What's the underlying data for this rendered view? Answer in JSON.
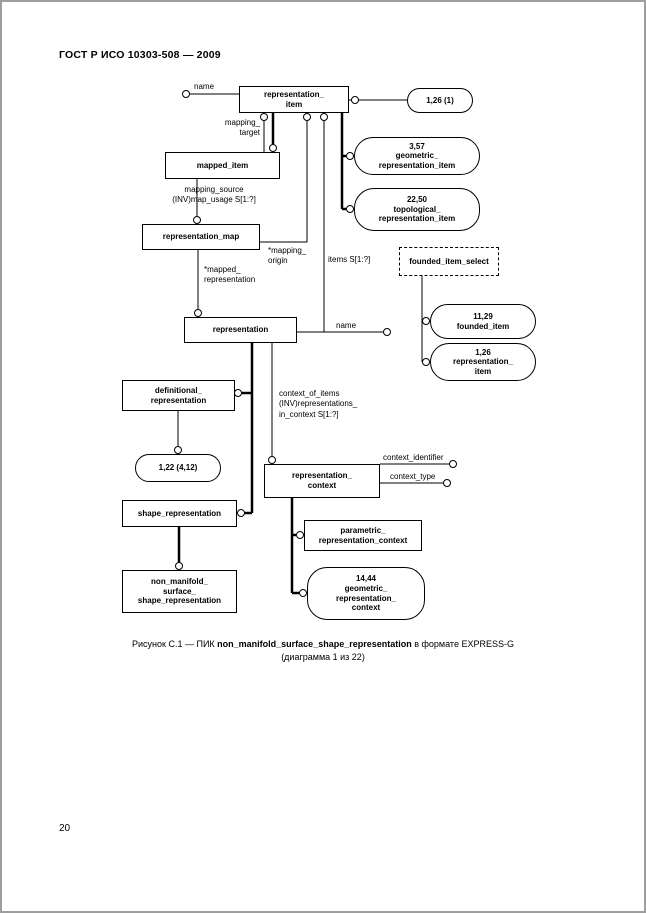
{
  "header": {
    "title": "ГОСТ Р ИСО 10303-508 — 2009"
  },
  "footer": {
    "page_number": "20"
  },
  "caption": {
    "prefix": "Рисунок С.1 — ПИК ",
    "entity": "non_manifold_surface_shape_representation",
    "suffix": " в формате EXPRESS-G",
    "line2": "(диаграмма 1 из 22)"
  },
  "diagram": {
    "entities": {
      "representation_item": "representation_\nitem",
      "mapped_item": "mapped_item",
      "representation_map": "representation_map",
      "representation": "representation",
      "definitional_representation": "definitional_\nrepresentation",
      "shape_representation": "shape_representation",
      "non_manifold": "non_manifold_\nsurface_\nshape_representation",
      "representation_context": "representation_\ncontext",
      "parametric_context": "parametric_\nrepresentation_context",
      "founded_item_select": "founded_item_select"
    },
    "refs": {
      "ref_1_26_1": "1,26 (1)",
      "geo_rep_item": "3,57\ngeometric_\nrepresentation_item",
      "topo_rep_item": "22,50\ntopological_\nrepresentation_item",
      "founded_item": "11,29\nfounded_item",
      "rep_item_ref": "1,26\nrepresentation_\nitem",
      "ref_1_22": "1,22 (4,12)",
      "geo_rep_context": "14,44\ngeometric_\nrepresentation_\ncontext"
    },
    "labels": {
      "name_top": "name",
      "mapping_target": "mapping_\ntarget",
      "mapping_source": "mapping_source\n(INV)map_usage S[1:?]",
      "mapping_origin": "*mapping_\norigin",
      "mapped_representation": "*mapped_\nrepresentation",
      "items": "items S[1:?]",
      "name_rep": "name",
      "context_of_items": "context_of_items\n(INV)representations_\nin_context S[1:?]",
      "context_identifier": "context_identifier",
      "context_type": "context_type"
    }
  }
}
